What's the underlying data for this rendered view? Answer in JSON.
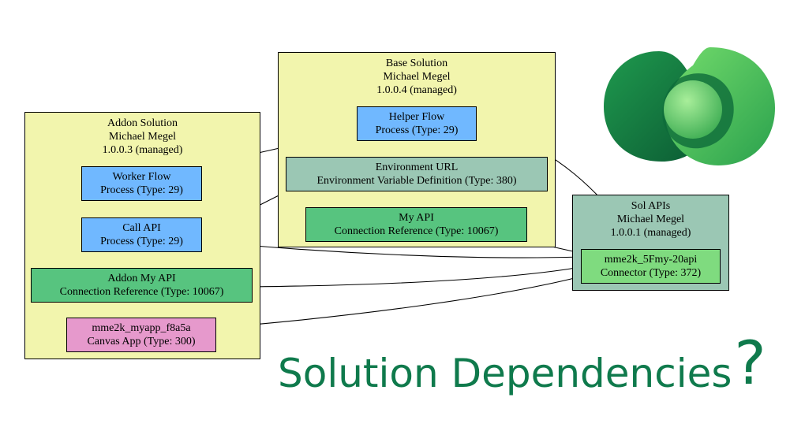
{
  "colors": {
    "cluster_yellow": "#f2f5ad",
    "cluster_teal": "#9bc7b4",
    "process_blue": "#70b8ff",
    "env_var_teal": "#9bc7b4",
    "connection_green": "#57c47f",
    "connector_green": "#7fdb7f",
    "canvas_pink": "#e699cc",
    "title_green": "#0f7a4c"
  },
  "clusters": {
    "addon": {
      "name": "Addon Solution",
      "author": "Michael Megel",
      "version": "1.0.0.3 (managed)"
    },
    "base": {
      "name": "Base Solution",
      "author": "Michael Megel",
      "version": "1.0.0.4 (managed)"
    },
    "apis": {
      "name": "Sol APIs",
      "author": "Michael Megel",
      "version": "1.0.0.1 (managed)"
    }
  },
  "nodes": {
    "worker_flow": {
      "name": "Worker Flow",
      "type": "Process (Type: 29)"
    },
    "call_api": {
      "name": "Call API",
      "type": "Process (Type: 29)"
    },
    "addon_my_api": {
      "name": "Addon My API",
      "type": "Connection Reference (Type: 10067)"
    },
    "canvas_app": {
      "name": "mme2k_myapp_f8a5a",
      "type": "Canvas App (Type: 300)"
    },
    "helper_flow": {
      "name": "Helper Flow",
      "type": "Process (Type: 29)"
    },
    "env_url": {
      "name": "Environment URL",
      "type": "Environment Variable Definition (Type: 380)"
    },
    "my_api": {
      "name": "My API",
      "type": "Connection Reference (Type: 10067)"
    },
    "connector": {
      "name": "mme2k_5Fmy-20api",
      "type": "Connector (Type: 372)"
    }
  },
  "edges": [
    {
      "from": "worker_flow",
      "to": "helper_flow"
    },
    {
      "from": "call_api",
      "to": "env_url"
    },
    {
      "from": "call_api",
      "to": "connector"
    },
    {
      "from": "addon_my_api",
      "to": "connector"
    },
    {
      "from": "canvas_app",
      "to": "connector"
    },
    {
      "from": "helper_flow",
      "to": "connector"
    },
    {
      "from": "my_api",
      "to": "connector"
    }
  ],
  "title": {
    "text": "Solution Dependencies",
    "mark": "?"
  },
  "logo": {
    "icon": "dataverse-logo-icon"
  }
}
